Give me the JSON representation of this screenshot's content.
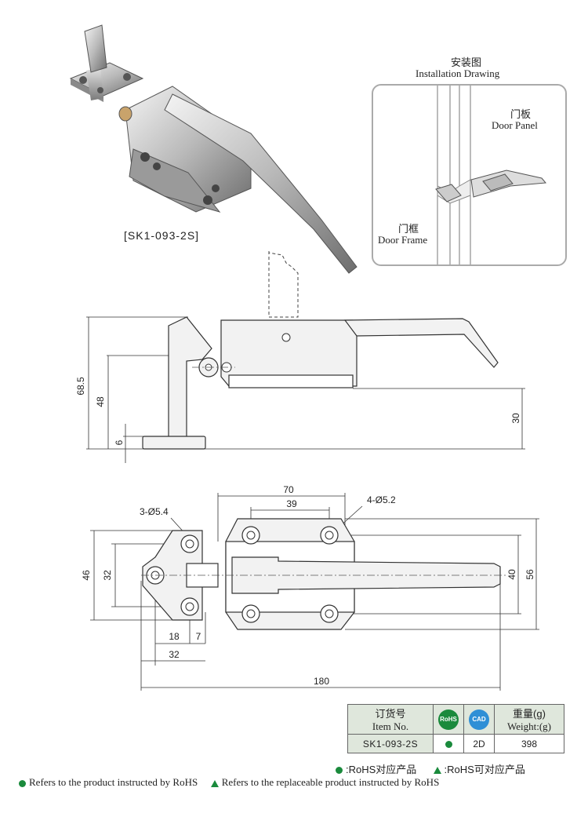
{
  "product_code_label": "[SK1-093-2S]",
  "installation": {
    "title_cn": "安装图",
    "title_en": "Installation Drawing",
    "door_panel_cn": "门板",
    "door_panel_en": "Door Panel",
    "door_frame_cn": "门框",
    "door_frame_en": "Door Frame"
  },
  "side_view_dims": {
    "d1": "68.5",
    "d2": "48",
    "d3": "6",
    "d4": "30"
  },
  "top_view_dims": {
    "hole_large": "3-Ø5.4",
    "hole_small": "4-Ø5.2",
    "w70": "70",
    "w39": "39",
    "h46": "46",
    "h32": "32",
    "w18": "18",
    "w7": "7",
    "w32": "32",
    "h40": "40",
    "h56": "56",
    "w180": "180"
  },
  "spec_table": {
    "col_item_cn": "订货号",
    "col_item_en": "Item No.",
    "rohs_icon": "RoHS",
    "cad_icon": "CAD",
    "col_weight_cn": "重量(g)",
    "col_weight_en": "Weight:(g)",
    "item_no": "SK1-093-2S",
    "cad": "2D",
    "weight": "398"
  },
  "legend": {
    "cn_dot": ":RoHS对应产品",
    "cn_tri": ":RoHS可对应产品",
    "en_dot": "Refers to the product instructed by RoHS",
    "en_tri": "Refers to the replaceable product instructed by RoHS"
  },
  "colors": {
    "green": "#1a8a3c",
    "cad_blue": "#2f8fd6"
  }
}
